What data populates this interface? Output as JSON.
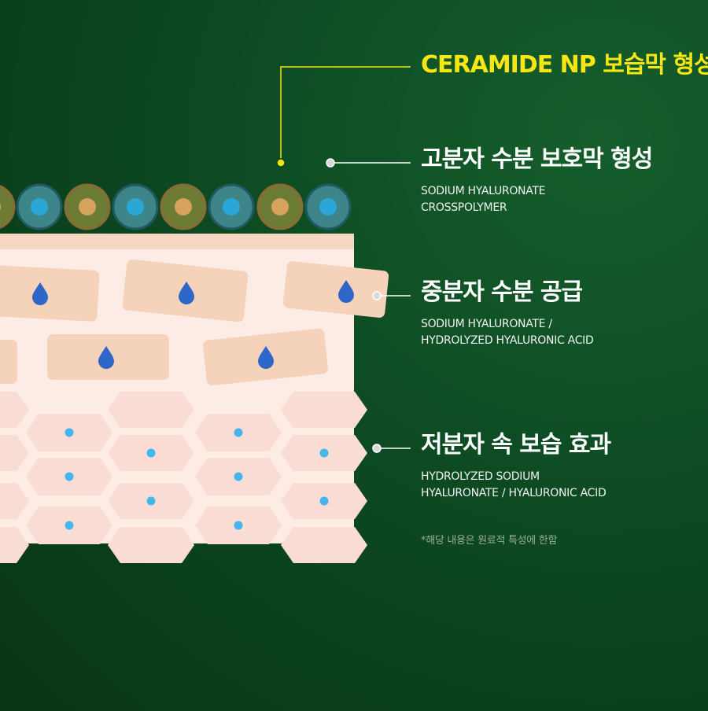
{
  "labels": {
    "ceramide": {
      "title": "CERAMIDE NP 보습막 형성"
    },
    "high": {
      "title": "고분자 수분 보호막 형성",
      "line1": "SODIUM HYALURONATE",
      "line2": "CROSSPOLYMER"
    },
    "mid": {
      "title": "중분자 수분 공급",
      "line1": "SODIUM HYALURONATE /",
      "line2": "HYDROLYZED HYALURONIC ACID"
    },
    "low": {
      "title": "저분자 속 보습 효과",
      "line1": "HYDROLYZED SODIUM",
      "line2": "HYALURONATE / HYALURONIC ACID"
    }
  },
  "note": "*해당 내용은 원료적 특성에 한함",
  "colors": {
    "accent_yellow": "#f5e614",
    "olive_cell": "#6b7f2f",
    "teal_cell": "#3f8a8d",
    "skin_light": "#fdece6",
    "skin_cell": "#f5d3ba",
    "drop_blue": "#2f66c9",
    "dot_blue": "#44b5ef"
  }
}
